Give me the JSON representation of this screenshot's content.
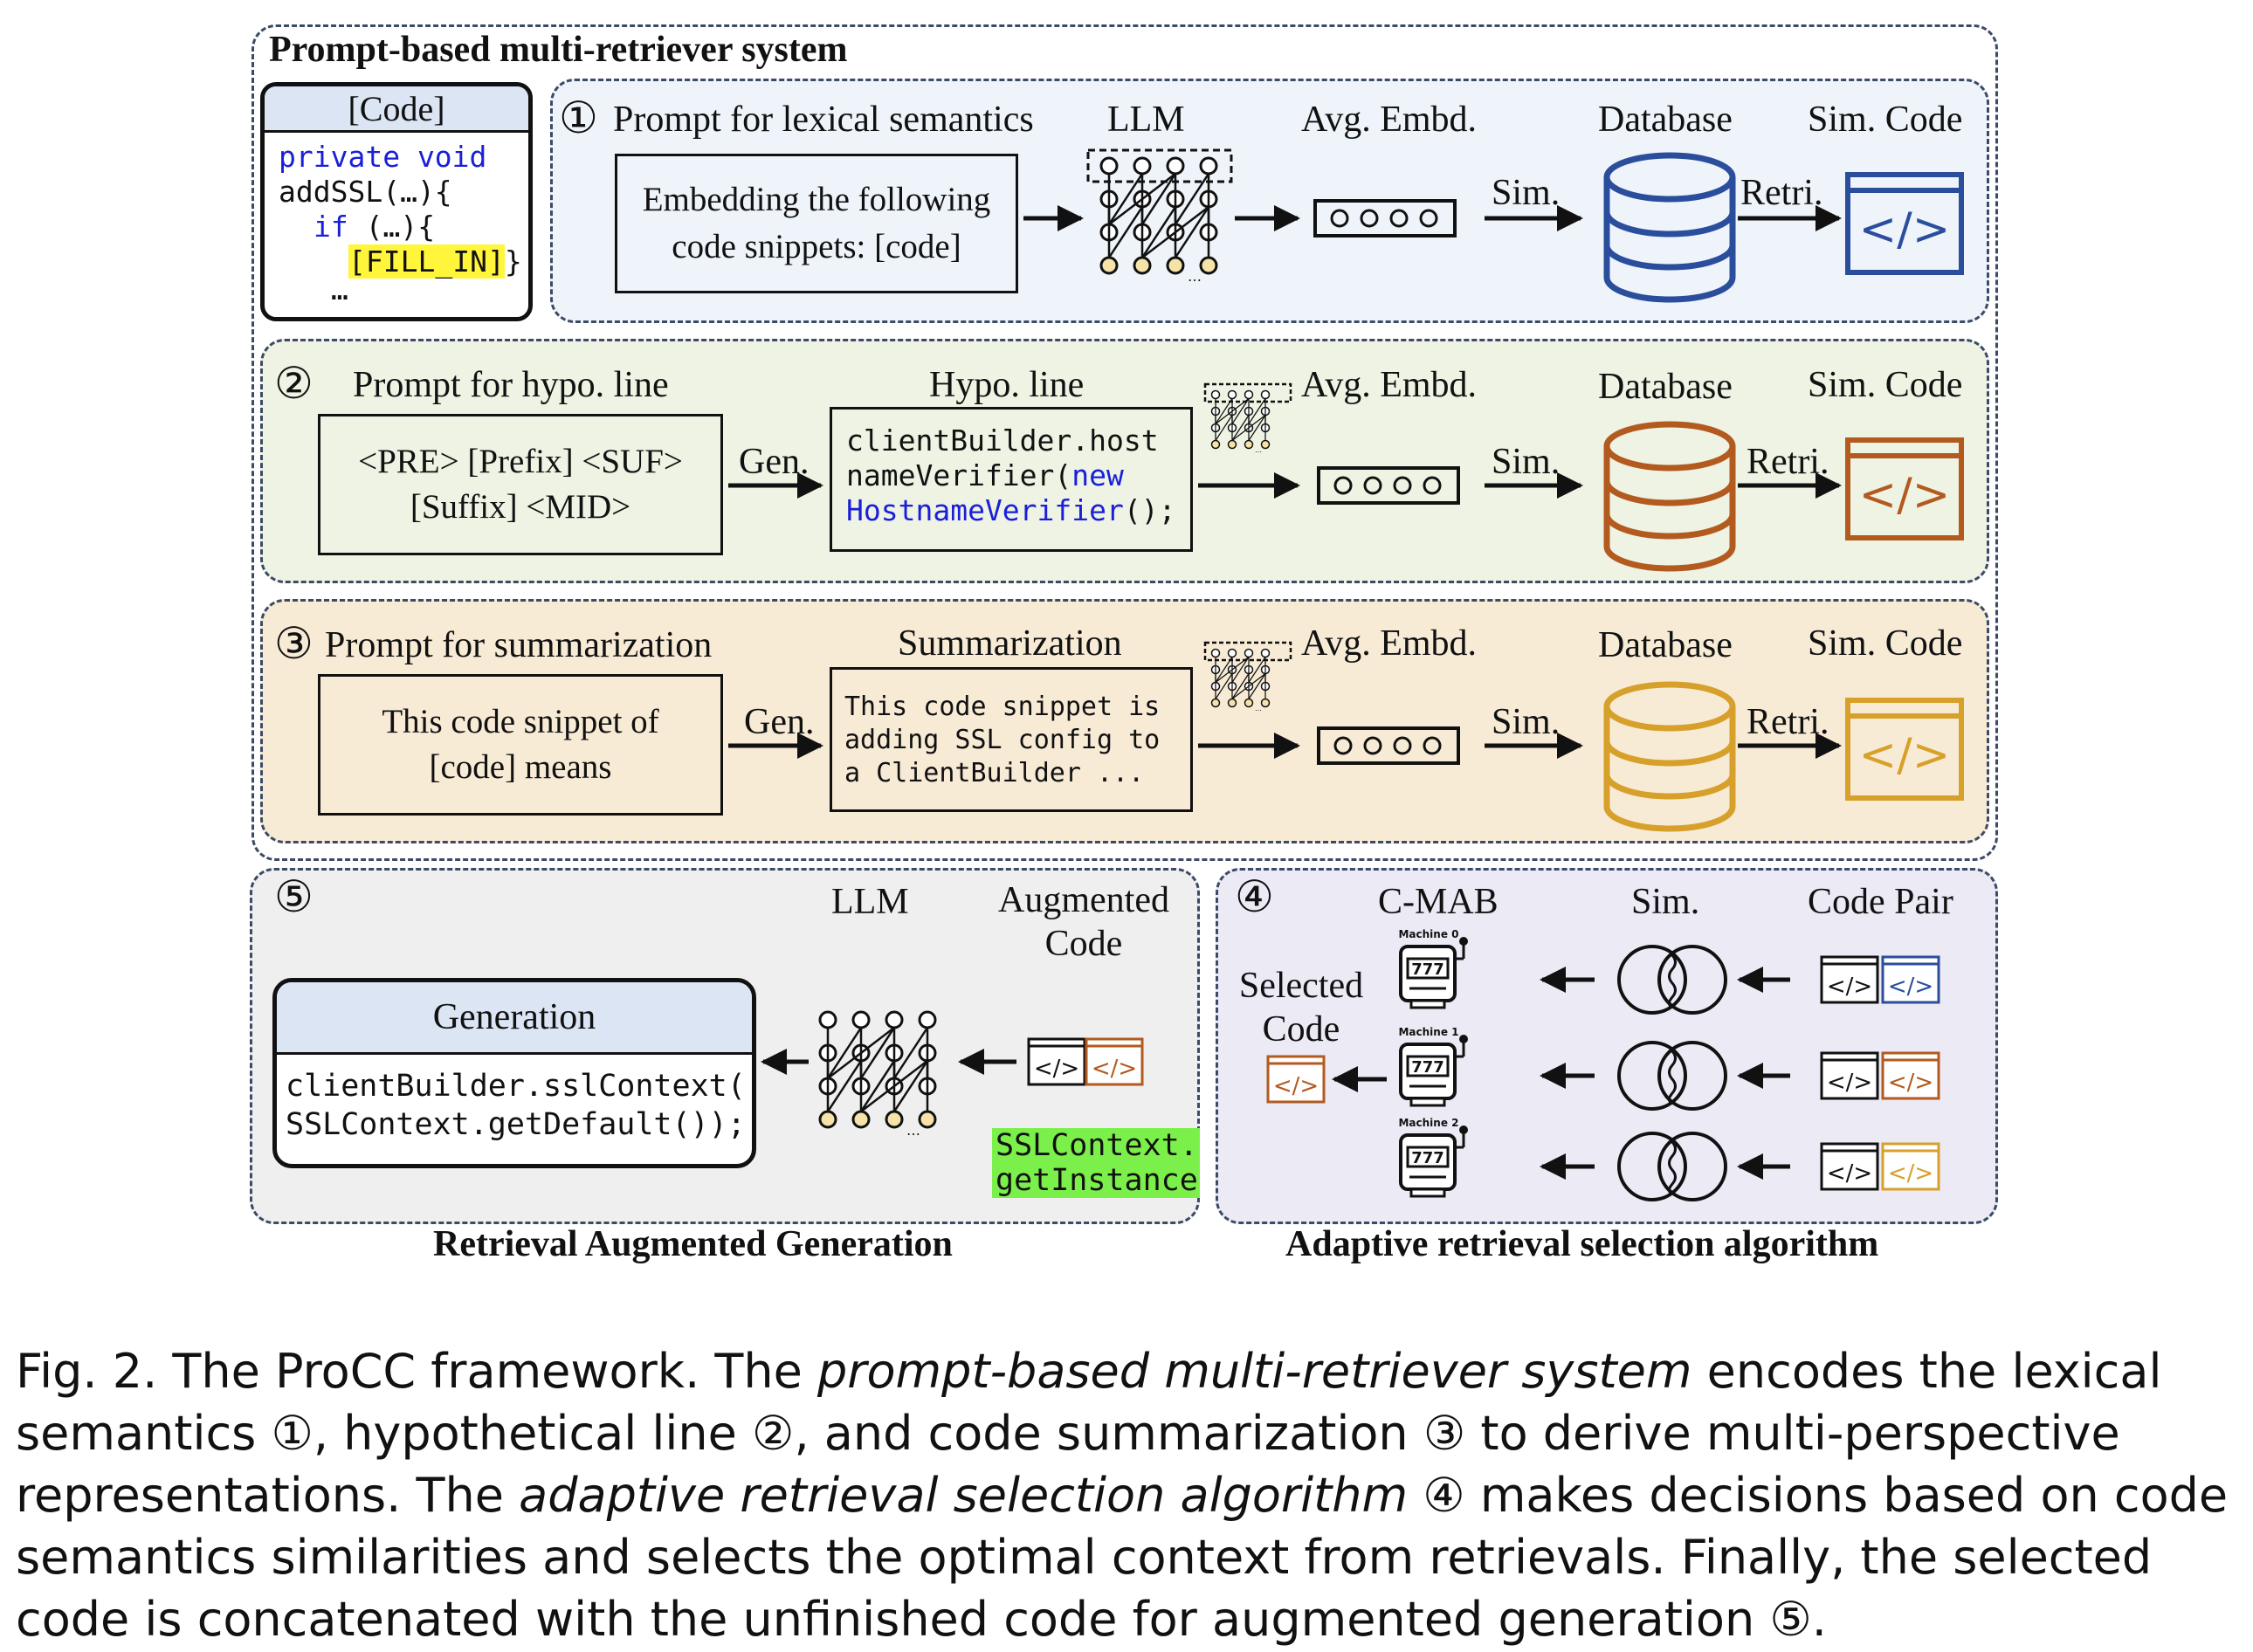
{
  "title": "Prompt-based multi-retriever system",
  "code_box": {
    "header": "[Code]",
    "line1": "private void",
    "line2": "addSSL(…){",
    "line3": "if (…){",
    "fill": "[FILL_IN]",
    "brace": "}",
    "dots": "…"
  },
  "row1": {
    "num": "①",
    "prompt_label": "Prompt for lexical semantics",
    "prompt_line1": "Embedding the following",
    "prompt_line2": "code snippets:  [code]",
    "llm": "LLM",
    "avg": "Avg. Embd.",
    "db": "Database",
    "sim_code": "Sim. Code",
    "sim": "Sim.",
    "retri": "Retri."
  },
  "row2": {
    "num": "②",
    "prompt_label": "Prompt for hypo. line",
    "prompt_line1": "<PRE> [Prefix] <SUF>",
    "prompt_line2": "[Suffix] <MID>",
    "gen": "Gen.",
    "hypo_label": "Hypo. line",
    "hypo_code1": "clientBuilder.host",
    "hypo_code2a": "nameVerifier(",
    "hypo_code2b": "new",
    "hypo_code3a": "HostnameVerifier",
    "hypo_code3b": "();",
    "avg": "Avg. Embd.",
    "db": "Database",
    "sim_code": "Sim. Code",
    "sim": "Sim.",
    "retri": "Retri."
  },
  "row3": {
    "num": "③",
    "prompt_label": "Prompt for summarization",
    "prompt_line1": "This code snippet of",
    "prompt_line2": "[code] means",
    "gen": "Gen.",
    "sum_label": "Summarization",
    "sum_code1": "This code snippet is",
    "sum_code2": "adding SSL config to",
    "sum_code3": "a ClientBuilder ...",
    "avg": "Avg. Embd.",
    "db": "Database",
    "sim_code": "Sim. Code",
    "sim": "Sim.",
    "retri": "Retri."
  },
  "rag": {
    "num": "⑤",
    "llm": "LLM",
    "aug1": "Augmented",
    "aug2": "Code",
    "gen_header": "Generation",
    "gen_code1": "clientBuilder.sslContext(",
    "gen_code2": "SSLContext.getDefault());",
    "hl1": "SSLContext.",
    "hl2": "getInstance",
    "footer": "Retrieval Augmented Generation"
  },
  "arsa": {
    "num": "④",
    "cmab": "C-MAB",
    "sim": "Sim.",
    "pair": "Code Pair",
    "sel1": "Selected",
    "sel2": "Code",
    "m0": "Machine 0",
    "m1": "Machine 1",
    "m2": "Machine 2",
    "slot": "777",
    "footer": "Adaptive retrieval selection algorithm"
  },
  "caption": {
    "p1": "Fig. 2.  The ProCC framework. The ",
    "i1": "prompt-based multi-retriever system",
    "p2": " encodes the lexical semantics ①, hypothetical line ②, and code summarization ③ to derive multi-perspective representations. The ",
    "i2": "adaptive retrieval selection algorithm",
    "p3": " ④ makes decisions based on code semantics similarities and selects the optimal context from retrievals. Finally, the selected code is concatenated with the unfinished code for augmented generation ⑤."
  },
  "colors": {
    "blue": "#2b4e9c",
    "orange": "#b35a1f",
    "gold": "#d7a02a",
    "row1_bg": "#eef4fa",
    "row2_bg": "#eef3e4",
    "row3_bg": "#f8ebd6",
    "bottom_bg": "#efefef",
    "arsa_bg": "#ebeaf5",
    "highlight_yellow": "#fff53a",
    "highlight_green": "#7cf04a"
  },
  "icons": [
    "network-icon",
    "embedding-icon",
    "database-icon",
    "code-window-icon",
    "slot-machine-icon",
    "venn-icon"
  ]
}
